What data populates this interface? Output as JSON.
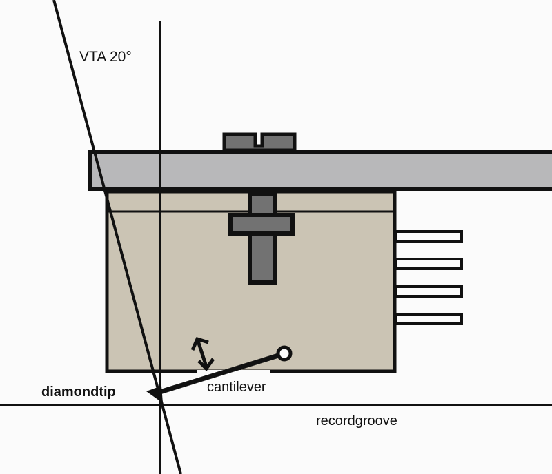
{
  "labels": {
    "vta": "VTA 20°",
    "diamond_tip": "diamondtip",
    "cantilever": "cantilever",
    "record_groove": "recordgroove"
  },
  "colors": {
    "headshell": "#b8b8ba",
    "cartridge_body": "#cbc4b4",
    "screw": "#727272",
    "line": "#111111"
  }
}
